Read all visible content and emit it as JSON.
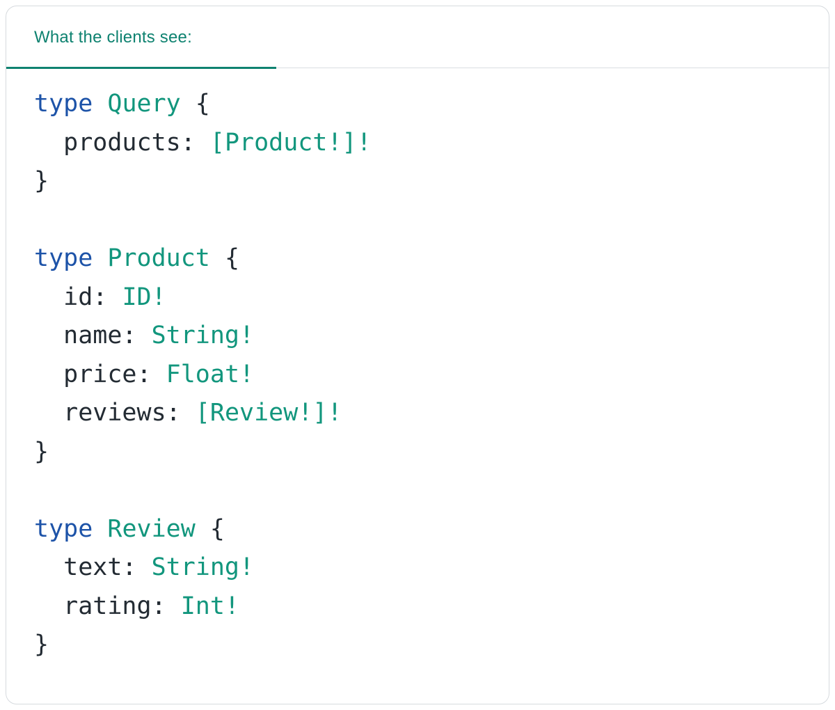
{
  "panel": {
    "tab_label": "What the clients see:"
  },
  "colors": {
    "accent_teal": "#12967d",
    "tab_underline_teal": "#0e8270",
    "keyword_blue": "#1d53a8",
    "code_text": "#232b33",
    "card_border": "#d6dade",
    "divider": "#dadee2",
    "background": "#ffffff"
  },
  "code": {
    "language": "graphql",
    "lines": [
      {
        "tokens": [
          {
            "t": "type",
            "c": "kw"
          },
          {
            "t": " ",
            "c": "pl"
          },
          {
            "t": "Query",
            "c": "ty"
          },
          {
            "t": " {",
            "c": "pl"
          }
        ]
      },
      {
        "tokens": [
          {
            "t": "  products: ",
            "c": "pl"
          },
          {
            "t": "[Product!]!",
            "c": "ty"
          }
        ]
      },
      {
        "tokens": [
          {
            "t": "}",
            "c": "pl"
          }
        ]
      },
      {
        "tokens": []
      },
      {
        "tokens": [
          {
            "t": "type",
            "c": "kw"
          },
          {
            "t": " ",
            "c": "pl"
          },
          {
            "t": "Product",
            "c": "ty"
          },
          {
            "t": " {",
            "c": "pl"
          }
        ]
      },
      {
        "tokens": [
          {
            "t": "  id: ",
            "c": "pl"
          },
          {
            "t": "ID!",
            "c": "ty"
          }
        ]
      },
      {
        "tokens": [
          {
            "t": "  name: ",
            "c": "pl"
          },
          {
            "t": "String!",
            "c": "ty"
          }
        ]
      },
      {
        "tokens": [
          {
            "t": "  price: ",
            "c": "pl"
          },
          {
            "t": "Float!",
            "c": "ty"
          }
        ]
      },
      {
        "tokens": [
          {
            "t": "  reviews: ",
            "c": "pl"
          },
          {
            "t": "[Review!]!",
            "c": "ty"
          }
        ]
      },
      {
        "tokens": [
          {
            "t": "}",
            "c": "pl"
          }
        ]
      },
      {
        "tokens": []
      },
      {
        "tokens": [
          {
            "t": "type",
            "c": "kw"
          },
          {
            "t": " ",
            "c": "pl"
          },
          {
            "t": "Review",
            "c": "ty"
          },
          {
            "t": " {",
            "c": "pl"
          }
        ]
      },
      {
        "tokens": [
          {
            "t": "  text: ",
            "c": "pl"
          },
          {
            "t": "String!",
            "c": "ty"
          }
        ]
      },
      {
        "tokens": [
          {
            "t": "  rating: ",
            "c": "pl"
          },
          {
            "t": "Int!",
            "c": "ty"
          }
        ]
      },
      {
        "tokens": [
          {
            "t": "}",
            "c": "pl"
          }
        ]
      }
    ]
  }
}
